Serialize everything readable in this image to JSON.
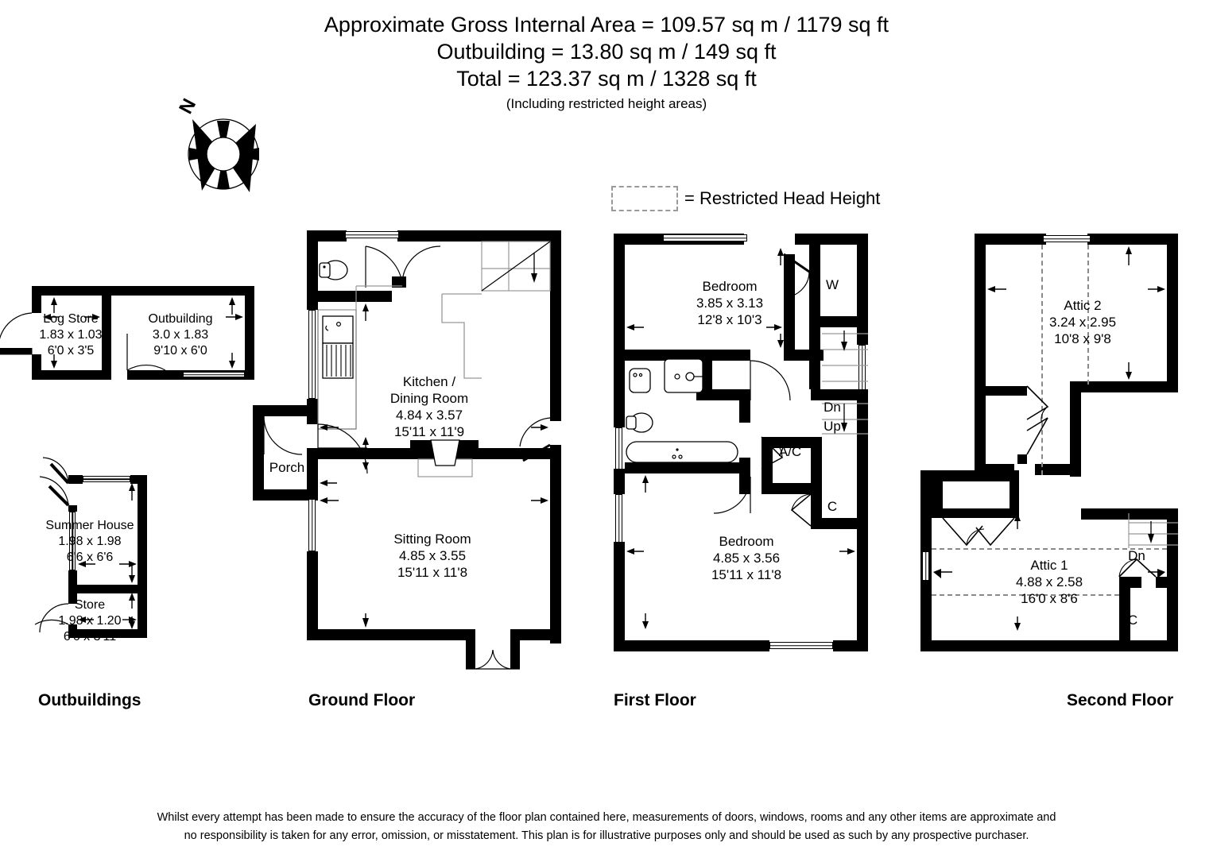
{
  "header": {
    "line1": "Approximate Gross Internal Area = 109.57 sq m / 1179 sq ft",
    "line2": "Outbuilding = 13.80 sq m / 149 sq ft",
    "line3": "Total = 123.37 sq m / 1328 sq ft",
    "line4": "(Including restricted height areas)"
  },
  "compass": {
    "north_label": "N"
  },
  "legend": {
    "text": "= Restricted Head Height"
  },
  "floor_labels": {
    "outbuildings": "Outbuildings",
    "ground": "Ground Floor",
    "first": "First Floor",
    "second": "Second Floor"
  },
  "rooms": {
    "log_store": {
      "name": "Log Store",
      "metric": "1.83 x 1.03",
      "imperial": "6'0 x 3'5"
    },
    "outbuilding": {
      "name": "Outbuilding",
      "metric": "3.0 x 1.83",
      "imperial": "9'10 x 6'0"
    },
    "summer_house": {
      "name": "Summer House",
      "metric": "1.98 x 1.98",
      "imperial": "6'6 x 6'6"
    },
    "store": {
      "name": "Store",
      "metric": "1.98 x 1.20",
      "imperial": "6'6 x 3'11"
    },
    "kitchen": {
      "name1": "Kitchen /",
      "name2": "Dining Room",
      "metric": "4.84 x 3.57",
      "imperial": "15'11 x 11'9"
    },
    "porch": {
      "name": "Porch"
    },
    "sitting_room": {
      "name": "Sitting Room",
      "metric": "4.85 x 3.55",
      "imperial": "15'11 x 11'8"
    },
    "bedroom_1": {
      "name": "Bedroom",
      "metric": "3.85 x 3.13",
      "imperial": "12'8 x 10'3"
    },
    "bedroom_2": {
      "name": "Bedroom",
      "metric": "4.85 x 3.56",
      "imperial": "15'11 x 11'8"
    },
    "attic_2": {
      "name": "Attic 2",
      "metric": "3.24 x 2.95",
      "imperial": "10'8 x 9'8"
    },
    "attic_1": {
      "name": "Attic 1",
      "metric": "4.88 x 2.58",
      "imperial": "16'0 x 8'6"
    }
  },
  "annotations": {
    "wardrobe": "W",
    "cupboard_first": "C",
    "cupboard_attic": "C",
    "air_cupboard": "A/C",
    "stairs_down_first": "Dn",
    "stairs_up_first": "Up",
    "stairs_down_attic": "Dn"
  },
  "disclaimer": {
    "line1": "Whilst every attempt has been made to ensure the accuracy of the floor plan contained here, measurements of doors, windows, rooms and any other items are approximate and",
    "line2": "no responsibility is taken for any error, omission, or misstatement. This plan is for illustrative purposes only and should be used as such by any prospective purchaser."
  },
  "colors": {
    "wall": "#000000",
    "background": "#ffffff",
    "restricted_dash": "#8a8a8a"
  }
}
